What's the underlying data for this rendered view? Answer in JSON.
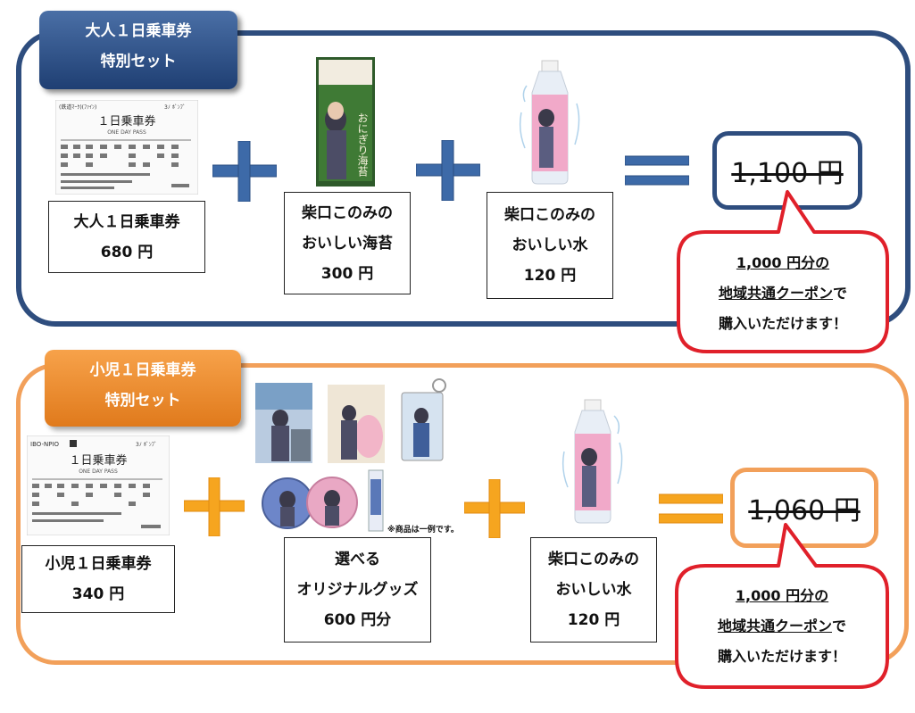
{
  "adult": {
    "ribbon_line1": "大人１日乗車券",
    "ribbon_line2": "特別セット",
    "ticket": {
      "header_left": "(鉄道ﾏｰｸ)(ﾌｧｲﾝ)",
      "header_right": "3ﾉ ﾎﾞﾝﾌﾞ",
      "title": "１日乗車券",
      "subtitle": "ONE DAY PASS"
    },
    "item1": {
      "line1": "大人１日乗車券",
      "line2": "680 円"
    },
    "item2": {
      "line1": "柴口このみの",
      "line2": "おいしい海苔",
      "line3": "300 円",
      "package_text": "おにぎり海苔"
    },
    "item3": {
      "line1": "柴口このみの",
      "line2": "おいしい水",
      "line3": "120 円"
    },
    "price": "1,100 円",
    "coupon": {
      "line1": "1,000 円分の",
      "line2_u": "地域共通クーポン",
      "line2_rest": "で",
      "line3": "購入いただけます！"
    }
  },
  "child": {
    "ribbon_line1": "小児１日乗車券",
    "ribbon_line2": "特別セット",
    "ticket": {
      "header_left": "IBO-NPIO",
      "header_right": "3ﾉ ﾎﾞﾝﾌﾞ",
      "title": "１日乗車券",
      "subtitle": "ONE DAY PASS"
    },
    "item1": {
      "line1": "小児１日乗車券",
      "line2": "340 円"
    },
    "item2": {
      "line1": "選べる",
      "line2": "オリジナルグッズ",
      "line3": "600 円分"
    },
    "note": "※商品は一例です。",
    "item3": {
      "line1": "柴口このみの",
      "line2": "おいしい水",
      "line3": "120 円"
    },
    "price": "1,060 円",
    "coupon": {
      "line1": "1,000 円分の",
      "line2_u": "地域共通クーポン",
      "line2_rest": "で",
      "line3": "購入いただけます！"
    }
  },
  "colors": {
    "navy": "#2e4d7e",
    "blue_plus": "#3d6aa8",
    "orange": "#f2a05a",
    "orange_plus": "#f6a51f",
    "red": "#e0202a"
  }
}
